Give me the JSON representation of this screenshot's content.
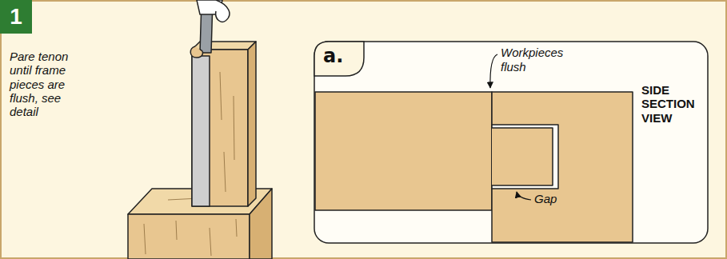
{
  "diagram": {
    "nodes": [
      {
        "text": [
          "1"
        ]
      }
    ],
    "labels": [
      "Pare tenon until frame pieces are flush, see detail",
      "a.",
      "Workpieces flush",
      "Gap",
      "SIDE SECTION VIEW"
    ]
  }
}
